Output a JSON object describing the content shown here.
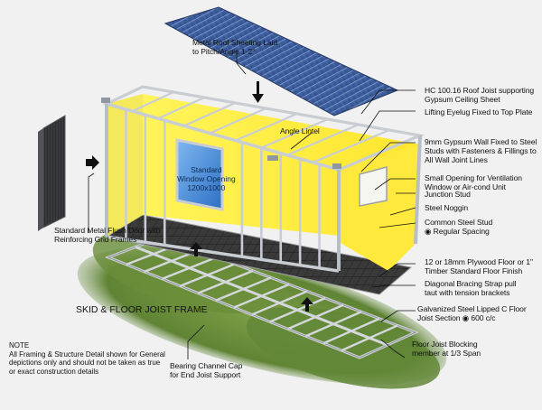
{
  "labels": {
    "roof_sheeting": [
      "Metal Roof Sheeting Laid",
      "to Pitch/Angle 1-2°"
    ],
    "roof_joist": [
      "HC 100.16 Roof Joist supporting",
      "Gypsum Ceiling Sheet"
    ],
    "lifting_eyelug": [
      "Lifting Eyelug Fixed to Top Plate"
    ],
    "angle_lintel": [
      "Angle Lintel"
    ],
    "gypsum_wall": [
      "9mm Gypsum Wall Fixed to Steel",
      "Studs with Fasteners & Fillings to",
      "All Wall Joint Lines"
    ],
    "small_opening": [
      "Small Opening for Ventilation",
      "Window or Air-cond Unit"
    ],
    "junction_stud": [
      "Junction Stud"
    ],
    "steel_noggin": [
      "Steel Noggin"
    ],
    "common_stud": [
      "Common Steel Stud",
      "◉ Regular Spacing"
    ],
    "window_opening": [
      "Standard",
      "Window Opening",
      "1200x1000"
    ],
    "door": [
      "Standard Metal Flush Door with",
      "Reinforcing Grid Frames"
    ],
    "plywood_floor": [
      "12 or 18mm Plywood Floor or 1\"",
      "Timber Standard Floor Finish"
    ],
    "bracing_strap": [
      "Diagonal Bracing Strap pull",
      "taut with tension brackets"
    ],
    "galvanized_joist": [
      "Galvanized Steel Lipped C Floor",
      "Joist Section ◉ 600 c/c"
    ],
    "skid_frame": "SKID & FLOOR JOIST FRAME",
    "bearing_channel": [
      "Bearing Channel Cap",
      "for End Joist Support"
    ],
    "floor_blocking": [
      "Floor Joist Blocking",
      "member at 1/3 Span"
    ],
    "note": [
      "NOTE",
      "All Framing & Structure Detail shown for General",
      "depictions only and should not be taken as true",
      "or exact construction details"
    ]
  },
  "colors": {
    "background": "#f1f1f1",
    "wall_yellow": "#ffef4a",
    "steel_frame": "#c9ced6",
    "roof_blue": "#2c4f95",
    "window_blue": "#3e86d6",
    "grass": "#6d8f3a",
    "floor_grid": "#2b2b2b"
  }
}
